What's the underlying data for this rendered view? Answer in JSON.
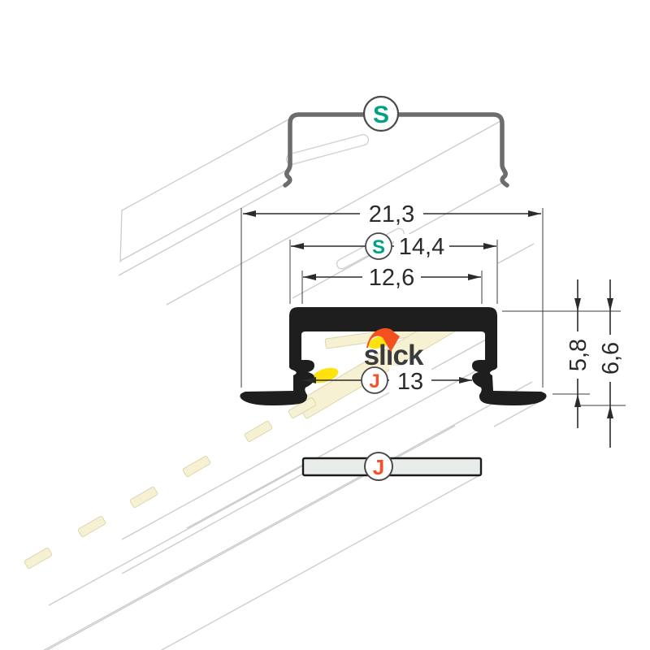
{
  "logo": {
    "text": "slick"
  },
  "markers": {
    "profile_marker": "S",
    "cover_marker": "J"
  },
  "dimensions": {
    "overall_width": "21,3",
    "outer_top_width": "14,4",
    "inner_width": "12,6",
    "cover_width": "13",
    "inner_depth": "5,8",
    "overall_depth": "6,6"
  },
  "colors": {
    "ink": "#2b2b2b",
    "profile": "#1e1e1e",
    "gray-outline": "#6c6c6c",
    "light-line": "#cbcbcb",
    "teal": "#00a185",
    "orange": "#f4502a",
    "cream": "#f7f1d4",
    "yellow": "#ffe10e",
    "strip-fill": "#e9ede9"
  }
}
